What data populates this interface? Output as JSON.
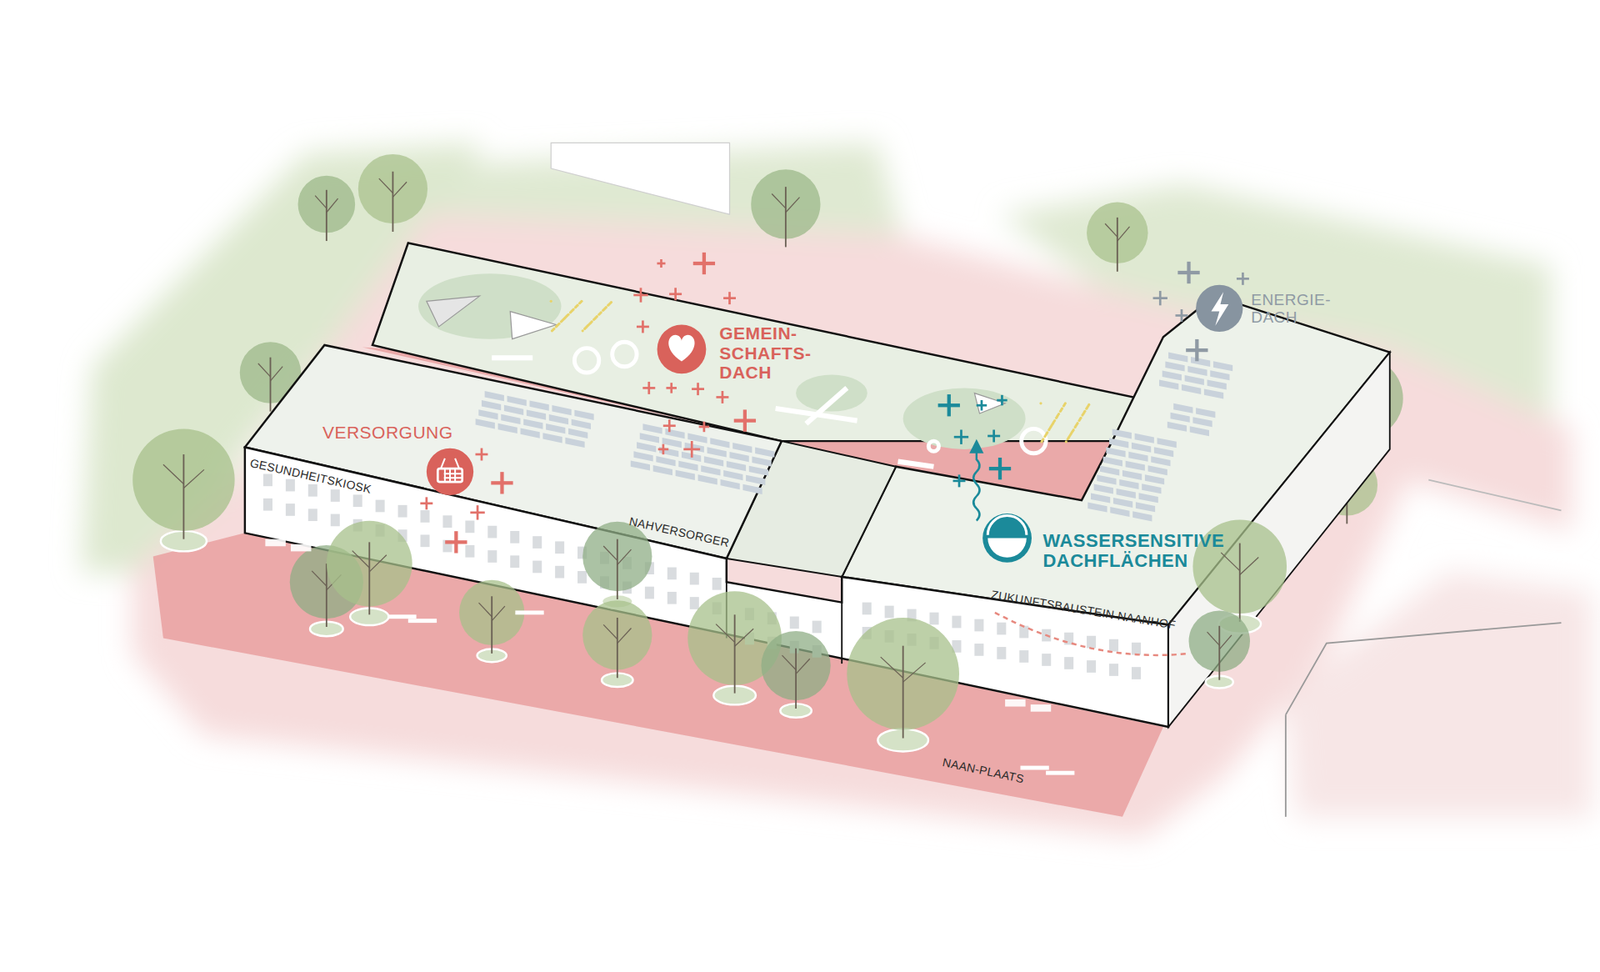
{
  "diagram": {
    "labels": [
      "GEMEIN- SCHAFTS- DACH",
      "ENERGIE- DACH",
      "VERSORGUNG",
      "GESUNDHEITSKIOSK",
      "NAHVERSORGER",
      "WASSERSENSITIVE DACHFLÄCHEN",
      "ZUKUNFTSBAUSTEIN NAANHOF",
      "NAAN-PLAATS"
    ]
  }
}
